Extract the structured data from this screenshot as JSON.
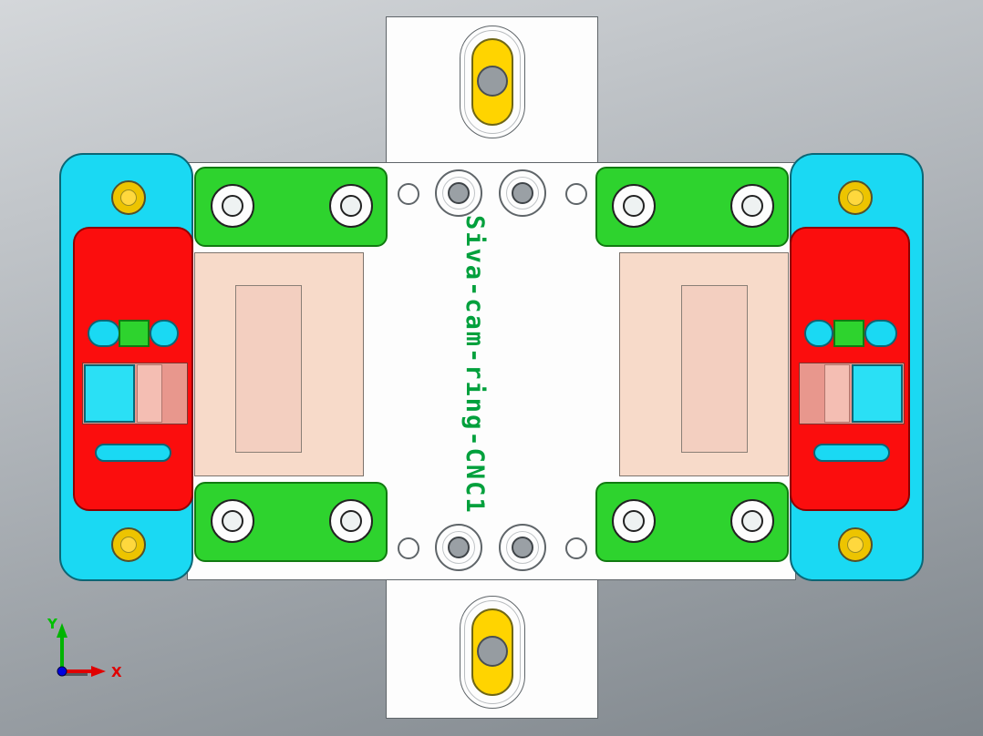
{
  "viewport": {
    "background_top": "#d4d7da",
    "background_bottom": "#7f868c"
  },
  "part_label": {
    "text": "Siva-cam-ring-CNC1",
    "color": "#00a03c"
  },
  "triad": {
    "x_label": "X",
    "y_label": "Y",
    "x_color": "#e00000",
    "y_color": "#00b400",
    "origin_color": "#0000e0"
  },
  "palette": {
    "base_plate": "#fdfdfd",
    "side_block": "#1ad9f3",
    "clamp": "#fb0d0d",
    "clamp_pad": "#2ed32e",
    "workpiece": "#f7dac9",
    "bolt_insert": "#ffd400",
    "hole": "#969ca1"
  }
}
